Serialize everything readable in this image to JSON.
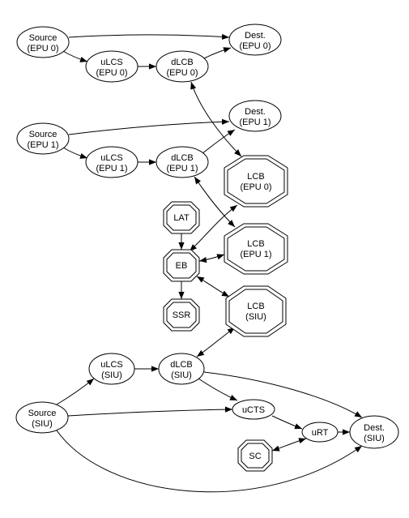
{
  "nodes": [
    {
      "id": "source-epu0",
      "line1": "Source",
      "line2": "(EPU 0)"
    },
    {
      "id": "dest-epu0",
      "line1": "Dest.",
      "line2": "(EPU 0)"
    },
    {
      "id": "ulcs-epu0",
      "line1": "uLCS",
      "line2": "(EPU 0)"
    },
    {
      "id": "dlcb-epu0",
      "line1": "dLCB",
      "line2": "(EPU 0)"
    },
    {
      "id": "source-epu1",
      "line1": "Source",
      "line2": "(EPU 1)"
    },
    {
      "id": "dest-epu1",
      "line1": "Dest.",
      "line2": "(EPU 1)"
    },
    {
      "id": "ulcs-epu1",
      "line1": "uLCS",
      "line2": "(EPU 1)"
    },
    {
      "id": "dlcb-epu1",
      "line1": "dLCB",
      "line2": "(EPU 1)"
    },
    {
      "id": "lcb-epu0",
      "line1": "LCB",
      "line2": "(EPU 0)"
    },
    {
      "id": "lat",
      "line1": "LAT",
      "line2": ""
    },
    {
      "id": "lcb-epu1",
      "line1": "LCB",
      "line2": "(EPU 1)"
    },
    {
      "id": "eb",
      "line1": "EB",
      "line2": ""
    },
    {
      "id": "ssr",
      "line1": "SSR",
      "line2": ""
    },
    {
      "id": "lcb-siu",
      "line1": "LCB",
      "line2": "(SIU)"
    },
    {
      "id": "ulcs-siu",
      "line1": "uLCS",
      "line2": "(SIU)"
    },
    {
      "id": "dlcb-siu",
      "line1": "dLCB",
      "line2": "(SIU)"
    },
    {
      "id": "source-siu",
      "line1": "Source",
      "line2": "(SIU)"
    },
    {
      "id": "ucts",
      "line1": "uCTS",
      "line2": ""
    },
    {
      "id": "urt",
      "line1": "uRT",
      "line2": ""
    },
    {
      "id": "dest-siu",
      "line1": "Dest.",
      "line2": "(SIU)"
    },
    {
      "id": "sc",
      "line1": "SC",
      "line2": ""
    }
  ],
  "edges": [
    {
      "from": "source-epu0",
      "to": "dest-epu0",
      "bidirectional": false
    },
    {
      "from": "source-epu0",
      "to": "ulcs-epu0",
      "bidirectional": false
    },
    {
      "from": "ulcs-epu0",
      "to": "dlcb-epu0",
      "bidirectional": false
    },
    {
      "from": "dlcb-epu0",
      "to": "dest-epu0",
      "bidirectional": false
    },
    {
      "from": "dlcb-epu0",
      "to": "lcb-epu0",
      "bidirectional": true
    },
    {
      "from": "source-epu1",
      "to": "dest-epu1",
      "bidirectional": false
    },
    {
      "from": "source-epu1",
      "to": "ulcs-epu1",
      "bidirectional": false
    },
    {
      "from": "ulcs-epu1",
      "to": "dlcb-epu1",
      "bidirectional": false
    },
    {
      "from": "dlcb-epu1",
      "to": "dest-epu1",
      "bidirectional": false
    },
    {
      "from": "dlcb-epu1",
      "to": "lcb-epu1",
      "bidirectional": true
    },
    {
      "from": "lat",
      "to": "eb",
      "bidirectional": false
    },
    {
      "from": "eb",
      "to": "lcb-epu0",
      "bidirectional": true
    },
    {
      "from": "eb",
      "to": "lcb-epu1",
      "bidirectional": true
    },
    {
      "from": "eb",
      "to": "ssr",
      "bidirectional": false
    },
    {
      "from": "eb",
      "to": "lcb-siu",
      "bidirectional": true
    },
    {
      "from": "dlcb-siu",
      "to": "lcb-siu",
      "bidirectional": true
    },
    {
      "from": "source-siu",
      "to": "ulcs-siu",
      "bidirectional": false
    },
    {
      "from": "ulcs-siu",
      "to": "dlcb-siu",
      "bidirectional": false
    },
    {
      "from": "dlcb-siu",
      "to": "ucts",
      "bidirectional": false
    },
    {
      "from": "dlcb-siu",
      "to": "dest-siu",
      "bidirectional": false
    },
    {
      "from": "source-siu",
      "to": "ucts",
      "bidirectional": false
    },
    {
      "from": "source-siu",
      "to": "dest-siu",
      "bidirectional": false
    },
    {
      "from": "ucts",
      "to": "urt",
      "bidirectional": false
    },
    {
      "from": "urt",
      "to": "dest-siu",
      "bidirectional": false
    },
    {
      "from": "sc",
      "to": "urt",
      "bidirectional": true
    }
  ]
}
